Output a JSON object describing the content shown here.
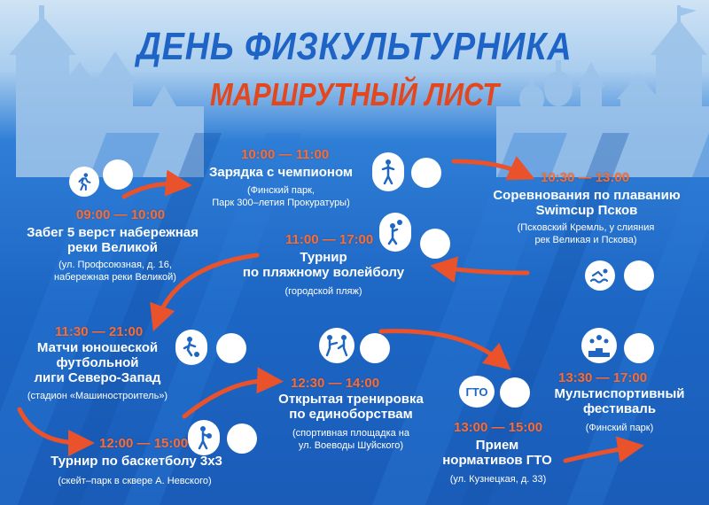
{
  "header": {
    "title": "ДЕНЬ ФИЗКУЛЬТУРНИКА",
    "subtitle": "МАРШРУТНЫЙ ЛИСТ"
  },
  "colors": {
    "title": "#1e63c6",
    "accent": "#e2481f",
    "time": "#ff6a2f",
    "background": "#1d66c4"
  },
  "events": [
    {
      "time": "09:00 — 10:00",
      "name_lines": [
        "Забег 5 верст набережная",
        "реки Великой"
      ],
      "place_lines": [
        "(ул. Профсоюзная, д. 16,",
        "набережная реки Великой)"
      ],
      "icon": "runner-icon"
    },
    {
      "time": "10:00 — 11:00",
      "name_lines": [
        "Зарядка с чемпионом"
      ],
      "place_lines": [
        "(Финский парк,",
        "Парк 300–летия Прокуратуры)"
      ],
      "icon": "exercise-icon"
    },
    {
      "time": "10:30 — 13:00",
      "name_lines": [
        "Соревнования по плаванию",
        "Swimcup Псков"
      ],
      "place_lines": [
        "(Псковский Кремль, у слияния",
        "рек Великая и Пскова)"
      ],
      "icon": "swimmer-icon"
    },
    {
      "time": "11:00 — 17:00",
      "name_lines": [
        "Турнир",
        "по пляжному волейболу"
      ],
      "place_lines": [
        "(городской пляж)"
      ],
      "icon": "volleyball-icon"
    },
    {
      "time": "11:30 — 21:00",
      "name_lines": [
        "Матчи юношеской",
        "футбольной",
        "лиги Северо-Запад"
      ],
      "place_lines": [
        "(стадион «Машиностроитель»)"
      ],
      "icon": "football-icon"
    },
    {
      "time": "12:00 — 15:00",
      "name_lines": [
        "Турнир по баскетболу 3х3"
      ],
      "place_lines": [
        "(скейт–парк в сквере А. Невского)"
      ],
      "icon": "basketball-icon"
    },
    {
      "time": "12:30 — 14:00",
      "name_lines": [
        "Открытая тренировка",
        "по единоборствам"
      ],
      "place_lines": [
        "(спортивная площадка на",
        "ул. Воеводы Шуйского)"
      ],
      "icon": "martial-arts-icon"
    },
    {
      "time": "13:00 — 15:00",
      "name_lines": [
        "Прием",
        "нормативов ГТО"
      ],
      "place_lines": [
        "(ул. Кузнецкая, д. 33)"
      ],
      "icon": "gto-icon",
      "badge": "ГТО"
    },
    {
      "time": "13:30 — 17:00",
      "name_lines": [
        "Мультиспортивный",
        "фестиваль"
      ],
      "place_lines": [
        "(Финский парк)"
      ],
      "icon": "podium-icon"
    }
  ]
}
